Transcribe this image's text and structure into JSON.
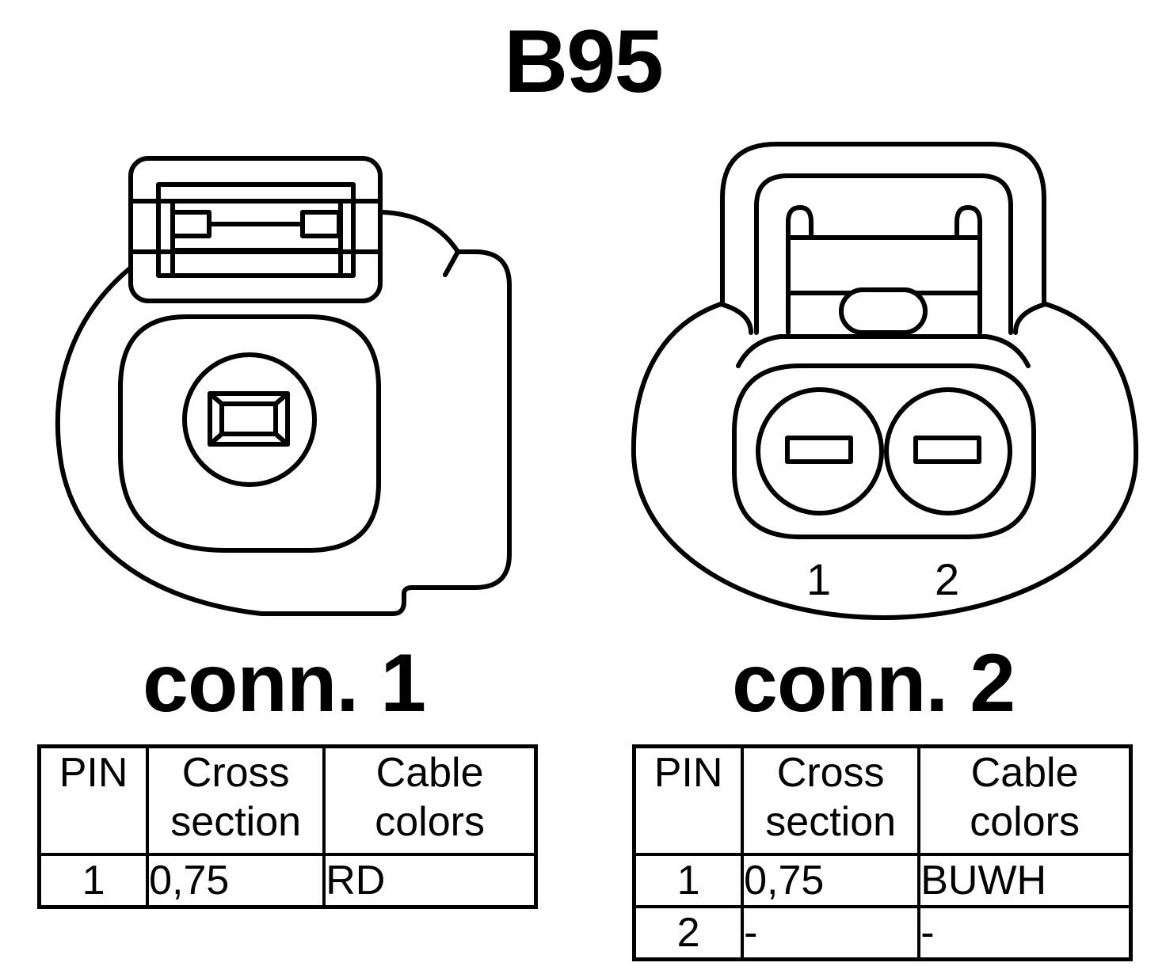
{
  "title": "B95",
  "connectors": [
    {
      "label": "conn. 1",
      "table": {
        "headers": [
          [
            "PIN"
          ],
          [
            "Cross",
            "section"
          ],
          [
            "Cable",
            "colors"
          ]
        ],
        "rows": [
          {
            "pin": "1",
            "cross_section": "0,75",
            "cable_color": "RD"
          }
        ]
      }
    },
    {
      "label": "conn. 2",
      "pin_labels": [
        "1",
        "2"
      ],
      "table": {
        "headers": [
          [
            "PIN"
          ],
          [
            "Cross",
            "section"
          ],
          [
            "Cable",
            "colors"
          ]
        ],
        "rows": [
          {
            "pin": "1",
            "cross_section": "0,75",
            "cable_color": "BUWH"
          },
          {
            "pin": "2",
            "cross_section": "-",
            "cable_color": "-"
          }
        ]
      }
    }
  ]
}
